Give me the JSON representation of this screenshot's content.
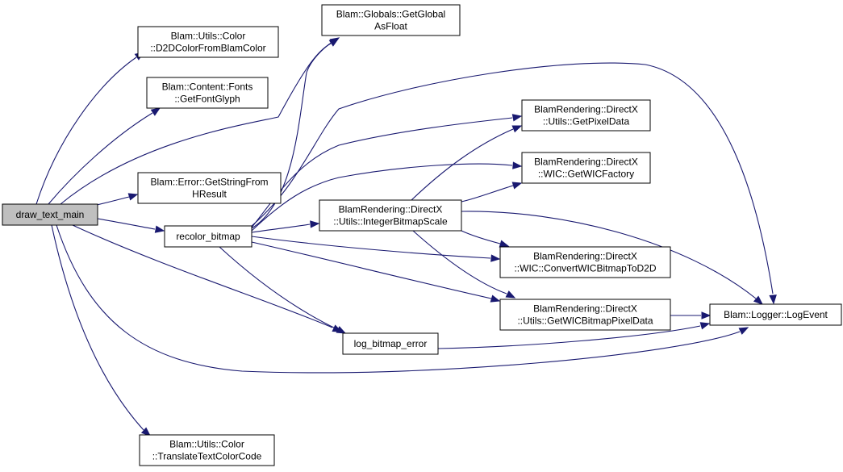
{
  "diagram": {
    "nodes": [
      {
        "id": "draw_text_main",
        "lines": [
          "draw_text_main"
        ],
        "root": true
      },
      {
        "id": "d2d_color",
        "lines": [
          "Blam::Utils::Color",
          "::D2DColorFromBlamColor"
        ]
      },
      {
        "id": "font_glyph",
        "lines": [
          "Blam::Content::Fonts",
          "::GetFontGlyph"
        ]
      },
      {
        "id": "globals",
        "lines": [
          "Blam::Globals::GetGlobal",
          "AsFloat"
        ]
      },
      {
        "id": "error_str",
        "lines": [
          "Blam::Error::GetStringFrom",
          "HResult"
        ]
      },
      {
        "id": "recolor_bitmap",
        "lines": [
          "recolor_bitmap"
        ]
      },
      {
        "id": "integer_scale",
        "lines": [
          "BlamRendering::DirectX",
          "::Utils::IntegerBitmapScale"
        ]
      },
      {
        "id": "get_pixel_data",
        "lines": [
          "BlamRendering::DirectX",
          "::Utils::GetPixelData"
        ]
      },
      {
        "id": "wic_factory",
        "lines": [
          "BlamRendering::DirectX",
          "::WIC::GetWICFactory"
        ]
      },
      {
        "id": "convert_wic",
        "lines": [
          "BlamRendering::DirectX",
          "::WIC::ConvertWICBitmapToD2D"
        ]
      },
      {
        "id": "wic_pixel_data",
        "lines": [
          "BlamRendering::DirectX",
          "::Utils::GetWICBitmapPixelData"
        ]
      },
      {
        "id": "logger",
        "lines": [
          "Blam::Logger::LogEvent"
        ]
      },
      {
        "id": "log_bitmap_error",
        "lines": [
          "log_bitmap_error"
        ]
      },
      {
        "id": "translate_color",
        "lines": [
          "Blam::Utils::Color",
          "::TranslateTextColorCode"
        ]
      }
    ],
    "edges": [
      {
        "from": "draw_text_main",
        "to": "d2d_color"
      },
      {
        "from": "draw_text_main",
        "to": "font_glyph"
      },
      {
        "from": "draw_text_main",
        "to": "globals"
      },
      {
        "from": "draw_text_main",
        "to": "error_str"
      },
      {
        "from": "draw_text_main",
        "to": "recolor_bitmap"
      },
      {
        "from": "draw_text_main",
        "to": "log_bitmap_error"
      },
      {
        "from": "draw_text_main",
        "to": "logger"
      },
      {
        "from": "draw_text_main",
        "to": "translate_color"
      },
      {
        "from": "recolor_bitmap",
        "to": "globals"
      },
      {
        "from": "recolor_bitmap",
        "to": "integer_scale"
      },
      {
        "from": "recolor_bitmap",
        "to": "get_pixel_data"
      },
      {
        "from": "recolor_bitmap",
        "to": "wic_factory"
      },
      {
        "from": "recolor_bitmap",
        "to": "convert_wic"
      },
      {
        "from": "recolor_bitmap",
        "to": "wic_pixel_data"
      },
      {
        "from": "recolor_bitmap",
        "to": "logger"
      },
      {
        "from": "recolor_bitmap",
        "to": "log_bitmap_error"
      },
      {
        "from": "integer_scale",
        "to": "get_pixel_data"
      },
      {
        "from": "integer_scale",
        "to": "wic_factory"
      },
      {
        "from": "integer_scale",
        "to": "convert_wic"
      },
      {
        "from": "integer_scale",
        "to": "wic_pixel_data"
      },
      {
        "from": "integer_scale",
        "to": "logger"
      },
      {
        "from": "wic_pixel_data",
        "to": "logger"
      },
      {
        "from": "log_bitmap_error",
        "to": "logger"
      }
    ]
  }
}
